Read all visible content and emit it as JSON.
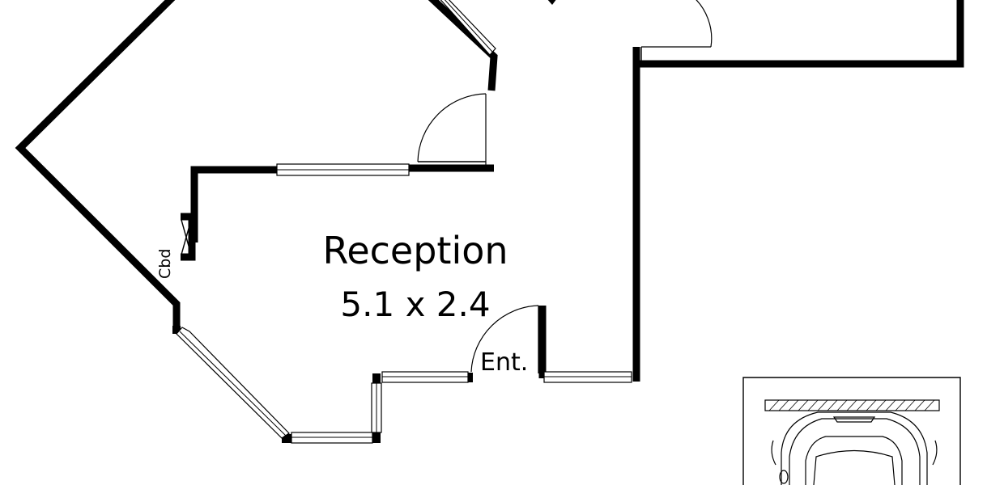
{
  "room": {
    "name": "Reception",
    "dimensions": "5.1 x 2.4"
  },
  "labels": {
    "entrance": "Ent.",
    "cupboard": "Cbd"
  }
}
